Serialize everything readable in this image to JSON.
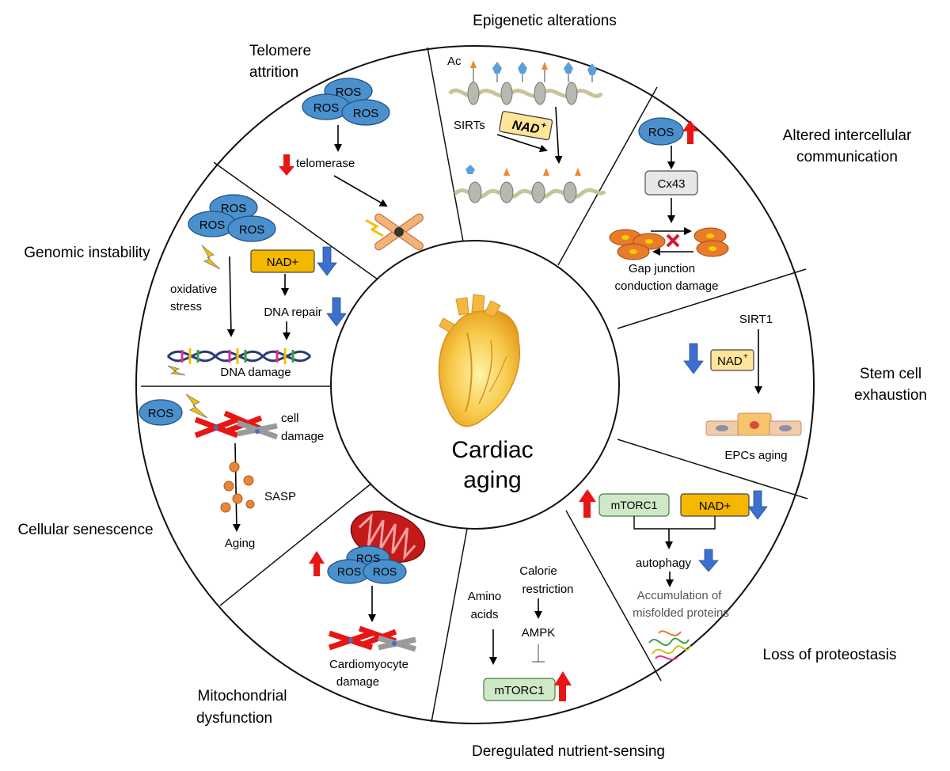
{
  "center": {
    "title_line1": "Cardiac",
    "title_line2": "aging"
  },
  "segments": {
    "epigenetic": {
      "label": "Epigenetic alterations",
      "ac": "Ac",
      "sirts": "SIRTs",
      "nad": "NAD",
      "nad_sup": "+"
    },
    "telomere": {
      "label_line1": "Telomere",
      "label_line2": "attrition",
      "ros": "ROS",
      "telomerase": "telomerase"
    },
    "intercellular": {
      "label_line1": "Altered intercellular",
      "label_line2": "communication",
      "ros": "ROS",
      "cx43": "Cx43",
      "gap_line1": "Gap junction",
      "gap_line2": "conduction damage"
    },
    "genomic": {
      "label": "Genomic instability",
      "ros": "ROS",
      "nad": "NAD+",
      "oxidative_line1": "oxidative",
      "oxidative_line2": "stress",
      "dna_repair": "DNA repair",
      "dna_damage": "DNA damage"
    },
    "stem": {
      "label_line1": "Stem cell",
      "label_line2": "exhaustion",
      "sirt1": "SIRT1",
      "nad": "NAD",
      "nad_sup": "+",
      "epcs": "EPCs aging"
    },
    "senescence": {
      "label": "Cellular senescence",
      "ros": "ROS",
      "cell_line1": "cell",
      "cell_line2": "damage",
      "sasp": "SASP",
      "aging": "Aging"
    },
    "mito": {
      "label_line1": "Mitochondrial",
      "label_line2": "dysfunction",
      "ros": "ROS",
      "cardio_line1": "Cardiomyocyte",
      "cardio_line2": "damage"
    },
    "nutrient": {
      "label": "Deregulated nutrient-sensing",
      "amino_line1": "Amino",
      "amino_line2": "acids",
      "calorie_line1": "Calorie",
      "calorie_line2": "restriction",
      "ampk": "AMPK",
      "mtorc1": "mTORC1"
    },
    "proteostasis": {
      "label": "Loss of proteostasis",
      "mtorc1": "mTORC1",
      "nad": "NAD+",
      "autophagy": "autophagy",
      "accum_line1": "Accumulation of",
      "accum_line2": "misfolded proteins"
    }
  },
  "colors": {
    "ros_fill": "#4a90cc",
    "nad_fill": "#f5b800",
    "mtorc_fill": "#cfe8c6",
    "up_arrow": "#e81515",
    "down_arrow": "#3d6fcf",
    "cell_fill": "#e87c2a"
  }
}
